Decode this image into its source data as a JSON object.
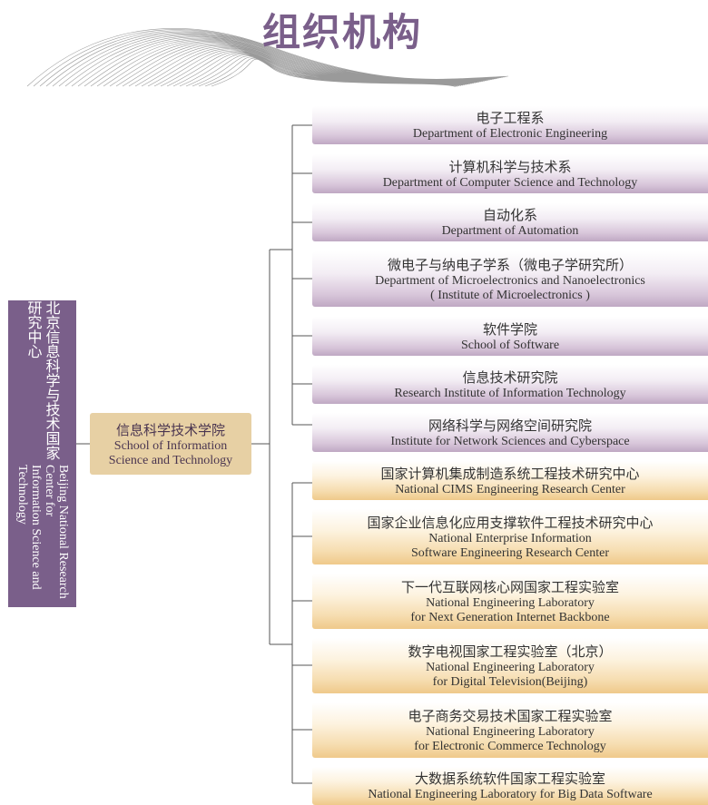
{
  "title": "组织机构",
  "root": {
    "zh": "北京信息科学与技术国家研究中心",
    "en": "Beijing National Research Center for\nInformation Science and Technology"
  },
  "school": {
    "zh": "信息科学技术学院",
    "en": "School of Information\nScience and Technology"
  },
  "departments": [
    {
      "zh": "电子工程系",
      "en": "Department of Electronic Engineering"
    },
    {
      "zh": "计算机科学与技术系",
      "en": "Department of Computer Science and Technology"
    },
    {
      "zh": "自动化系",
      "en": "Department of Automation"
    },
    {
      "zh": "微电子与纳电子学系（微电子学研究所）",
      "en": "Department of Microelectronics and Nanoelectronics\n( Institute of Microelectronics )"
    },
    {
      "zh": "软件学院",
      "en": "School of Software"
    },
    {
      "zh": "信息技术研究院",
      "en": "Research Institute of Information Technology"
    },
    {
      "zh": "网络科学与网络空间研究院",
      "en": "Institute for Network Sciences and Cyberspace"
    }
  ],
  "labs": [
    {
      "zh": "国家计算机集成制造系统工程技术研究中心",
      "en": "National CIMS Engineering Research Center"
    },
    {
      "zh": "国家企业信息化应用支撑软件工程技术研究中心",
      "en": "National Enterprise Information\nSoftware Engineering Research Center"
    },
    {
      "zh": "下一代互联网核心网国家工程实验室",
      "en": "National Engineering Laboratory\nfor Next Generation Internet Backbone"
    },
    {
      "zh": "数字电视国家工程实验室（北京）",
      "en": "National Engineering Laboratory\nfor Digital Television(Beijing)"
    },
    {
      "zh": "电子商务交易技术国家工程实验室",
      "en": "National Engineering Laboratory\nfor Electronic Commerce Technology"
    },
    {
      "zh": "大数据系统软件国家工程实验室",
      "en": "National Engineering Laboratory for Big Data Software"
    }
  ],
  "colors": {
    "root": "#7a5f8a",
    "school": "#e7d0a4",
    "department": "#bfa8c3",
    "lab": "#efc98a",
    "line": "#555555"
  }
}
